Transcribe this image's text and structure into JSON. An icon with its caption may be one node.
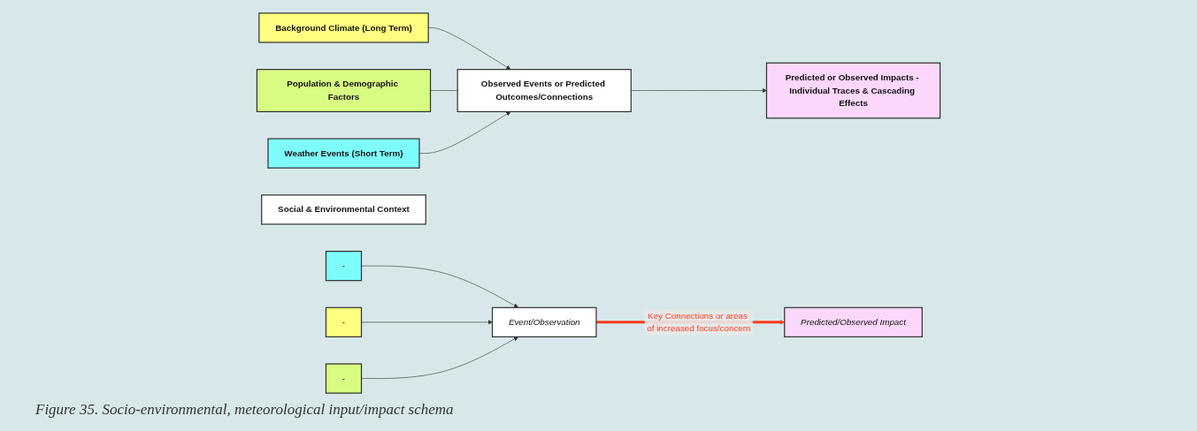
{
  "diagram": {
    "caption": "Figure 35. Socio-environmental, meteorological input/impact schema",
    "nodes": [
      {
        "text": [
          "Background Climate (Long Term)"
        ]
      },
      {
        "text": [
          "Population & Demographic Factors"
        ]
      },
      {
        "text": [
          "Weather Events (Short Term)"
        ]
      },
      {
        "text": [
          "Observed Events or Predicted Outcomes/Connections"
        ]
      },
      {
        "text": [
          "Predicted or Observed Impacts - Individual Traces & Cascading Effects"
        ]
      },
      {
        "text": [
          "Social & Environmental Context"
        ]
      },
      {
        "text": [
          "-"
        ]
      },
      {
        "text": [
          "-"
        ]
      },
      {
        "text": [
          "-"
        ]
      },
      {
        "text": [
          "Event/Observation"
        ]
      },
      {
        "text": [
          "Predicted/Observed Impact"
        ]
      }
    ],
    "edges": [
      {
        "from": 0,
        "to": 3,
        "arrow": "to"
      },
      {
        "from": 1,
        "to": 3,
        "arrow": "none"
      },
      {
        "from": 2,
        "to": 3,
        "arrow": "to"
      },
      {
        "from": 3,
        "to": 4,
        "arrow": "to"
      },
      {
        "from": 6,
        "to": 9,
        "arrow": "to"
      },
      {
        "from": 7,
        "to": 9,
        "arrow": "to"
      },
      {
        "from": 8,
        "to": 9,
        "arrow": "to"
      },
      {
        "from": 9,
        "to": 10,
        "arrow": "to",
        "label": "Key Connections or areas of increased focus/concern",
        "style": "thick",
        "color": "#ff3b1f"
      }
    ]
  }
}
